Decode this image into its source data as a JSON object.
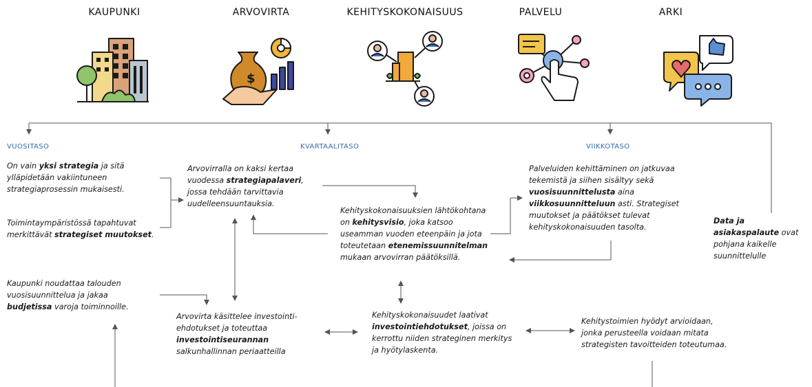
{
  "headers": {
    "kaupunki": "KAUPUNKI",
    "arvovirta": "ARVOVIRTA",
    "kehityskokonaisuus": "KEHITYSKOKONAISUUS",
    "palvelu": "PALVELU",
    "arki": "ARKI"
  },
  "levels": {
    "vuositaso": "VUOSITASO",
    "kvartaalitaso": "KVARTAALITASO",
    "viikkotaso": "VIIKKOTASO"
  },
  "texts": {
    "strategia": {
      "a": "On vain ",
      "b": "yksi strategia",
      "c": " ja sitä ylläpidetään vakiintuneen strategiaprosessin mukaisesti."
    },
    "toimintaymparisto": {
      "a": "Toimintaympäristössä tapahtuvat merkittävät ",
      "b": "strategiset muutokset",
      "c": "."
    },
    "kaupunki_budjetti": {
      "a": "Kaupunki noudattaa talouden vuosisuunnittelua ja jakaa ",
      "b": "budjetissa",
      "c": " varoja toiminnoille."
    },
    "arvovirta_palaveri": {
      "a": "Arvovirralla on kaksi kertaa vuodessa ",
      "b": "strategiapalaveri",
      "c": ", jossa tehdään tarvittavia uudelleensuuntauksia."
    },
    "lahtokohta": {
      "a": "Kehityskokonaisuuksien lähtökohtana on ",
      "b": "kehitysvisio",
      "c": ", joka katsoo useamman vuoden eteenpäin ja jota toteutetaan ",
      "d": "etenemissuunnitelman",
      "e": " mukaan arvovirran päätöksillä."
    },
    "palvelu_kehittaminen": {
      "a": "Palveluiden kehittäminen on jatkuvaa tekemistä ja siihen sisältyy sekä ",
      "b": "vuosisuunnittelusta",
      "c": " aina ",
      "d": "viikkosuunnitteluun",
      "e": " asti. Strategiset muutokset ja päätökset tulevat kehityskokonaisuuden tasolta."
    },
    "data": {
      "a": "Data ja asiakaspalaute",
      "b": " ovat pohjana kaikelle suunnittelulle"
    },
    "investointi": {
      "a": "Arvovirta käsittelee investointi-ehdotukset ja toteuttaa ",
      "b": "investointiseurannan",
      "c": " salkunhallinnan periaatteilla"
    },
    "kehitys_investointi": {
      "a": "Kehityskokonaisuudet laativat ",
      "b": "investointiehdotukset",
      "c": ", joissa on kerrottu niiden strateginen merkitys ja hyötylaskenta."
    },
    "hyodyt": {
      "a": "Kehitystoimien hyödyt arvioidaan, jonka perusteella voidaan mitata strategisten tavoitteiden toteutumaa."
    }
  },
  "icons": [
    "city-buildings-icon",
    "money-bag-chart-icon",
    "network-people-icon",
    "touch-interface-icon",
    "chat-bubbles-icon"
  ],
  "colors": {
    "level_label": "#2f6bb0",
    "line": "#555555"
  }
}
